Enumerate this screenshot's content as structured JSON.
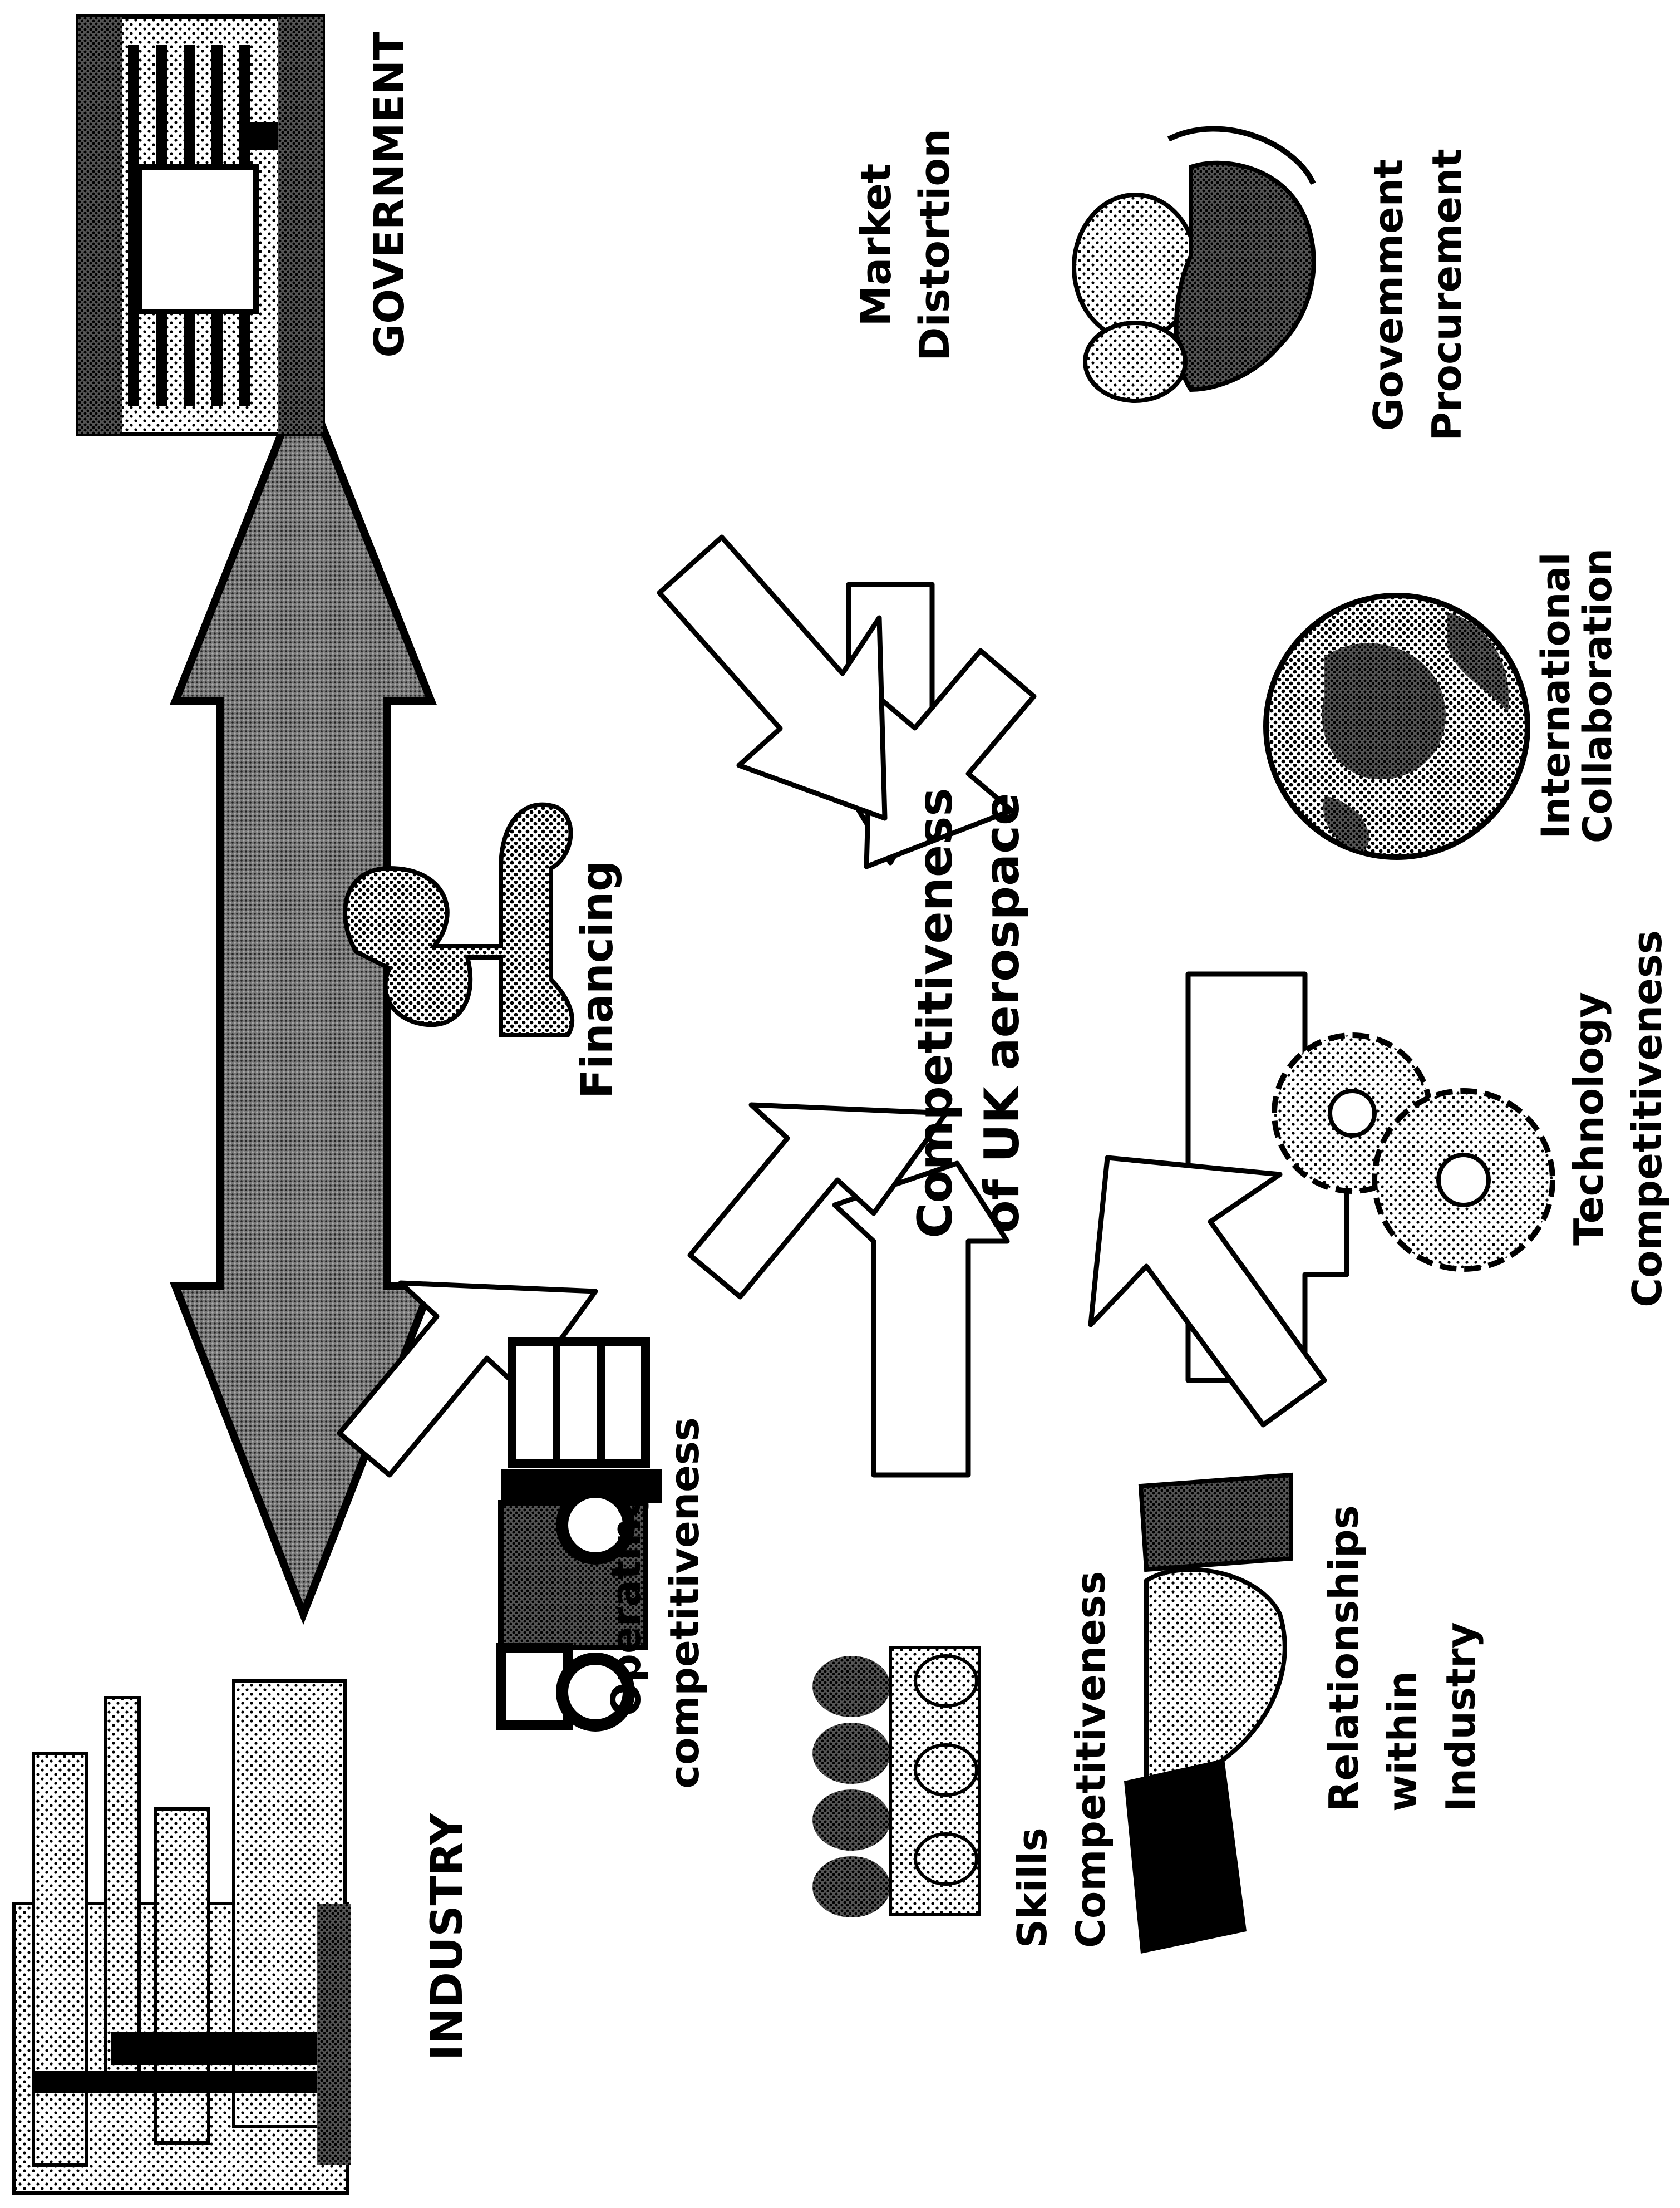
{
  "diagram": {
    "center": {
      "line1": "Competitiveness",
      "line2": "of UK aerospace"
    },
    "poles": {
      "industry": "INDUSTRY",
      "government": "GOVERNMENT"
    },
    "factors": {
      "market_distortion": {
        "line1": "Market",
        "line2": "Distortion"
      },
      "government_procurement": {
        "line1": "Govemment",
        "line2": "Procurement"
      },
      "international_collaboration": {
        "line1": "International",
        "line2": "Collaboration"
      },
      "technology_competitiveness": {
        "line1": "Technology",
        "line2": "Competitiveness"
      },
      "relationships_within_industry": {
        "line1": "Relationships",
        "line2": "within",
        "line3": "Industry"
      },
      "skills_competitiveness": {
        "line1": "Skills",
        "line2": "Competitiveness"
      },
      "operating_competitiveness": {
        "line1": "Operating",
        "line2": "competitiveness"
      },
      "financing": {
        "line1": "Financing"
      }
    },
    "icons": [
      "industry-skyline-icon",
      "government-building-icon",
      "pound-sign-icon",
      "forklift-icon",
      "people-group-icon",
      "handshake-icon",
      "gears-icon",
      "globe-icon",
      "businessmen-icon"
    ],
    "colors": {
      "ink": "#000000",
      "arrow_fill": "#ffffff",
      "double_arrow_fill": "#666666"
    }
  }
}
